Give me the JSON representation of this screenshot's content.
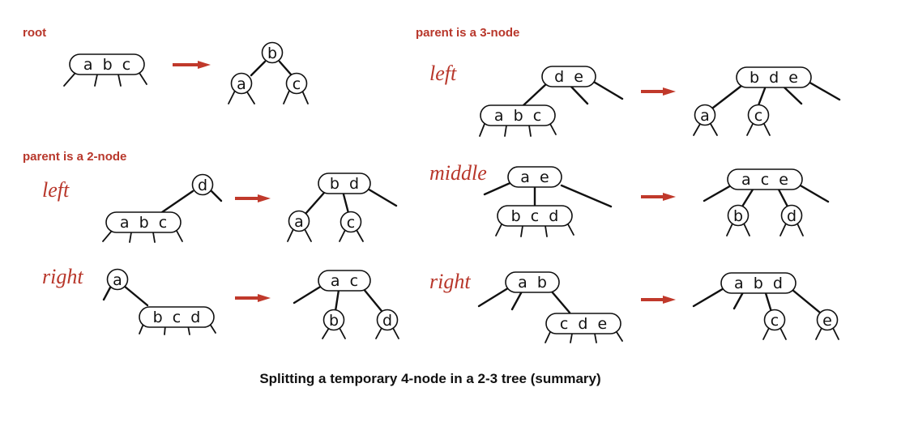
{
  "colors": {
    "accent": "#c0392b",
    "ink": "#111111"
  },
  "sections": {
    "root": "root",
    "parent2": "parent is a 2-node",
    "parent3": "parent is a 3-node"
  },
  "cases": {
    "left": "left",
    "middle": "middle",
    "right": "right"
  },
  "caption": "Splitting a temporary 4-node in a 2-3 tree (summary)",
  "nodes": {
    "n01": "a  b  c",
    "n02": "b",
    "n03": "a",
    "n04": "c",
    "n05": "d",
    "n06": "a  b  c",
    "n07": "b  d",
    "n08": "a",
    "n09": "c",
    "n10": "a",
    "n11": "b  c  d",
    "n12": "a  c",
    "n13": "b",
    "n14": "d",
    "n15": "d  e",
    "n16": "a  b  c",
    "n17": "b  d  e",
    "n18": "a",
    "n19": "c",
    "n20": "a  e",
    "n21": "b  c  d",
    "n22": "a  c  e",
    "n23": "b",
    "n24": "d",
    "n25": "a  b",
    "n26": "c  d  e",
    "n27": "a  b  d",
    "n28": "c",
    "n29": "e"
  }
}
